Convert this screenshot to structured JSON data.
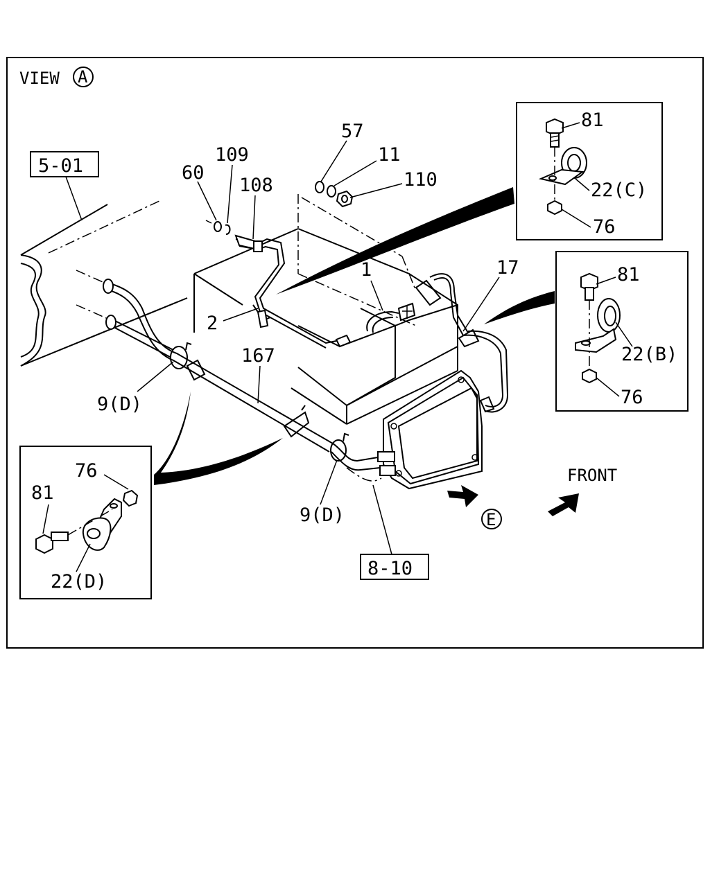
{
  "view": {
    "label": "VIEW",
    "marker": "A"
  },
  "ref_boxes": {
    "top_left": "5-01",
    "bottom": "8-10"
  },
  "direction": {
    "front": "FRONT",
    "view_marker": "E"
  },
  "callouts": {
    "p57": "57",
    "p11": "11",
    "p110": "110",
    "p60": "60",
    "p109": "109",
    "p108": "108",
    "p1": "1",
    "p17": "17",
    "p2": "2",
    "p167": "167",
    "p9d_left": "9(D)",
    "p9d_bottom": "9(D)"
  },
  "detail_c": {
    "bolt": "81",
    "clamp": "22(C)",
    "nut": "76"
  },
  "detail_b": {
    "bolt": "81",
    "clamp": "22(B)",
    "nut": "76"
  },
  "detail_d": {
    "bolt": "81",
    "clamp": "22(D)",
    "nut": "76"
  }
}
